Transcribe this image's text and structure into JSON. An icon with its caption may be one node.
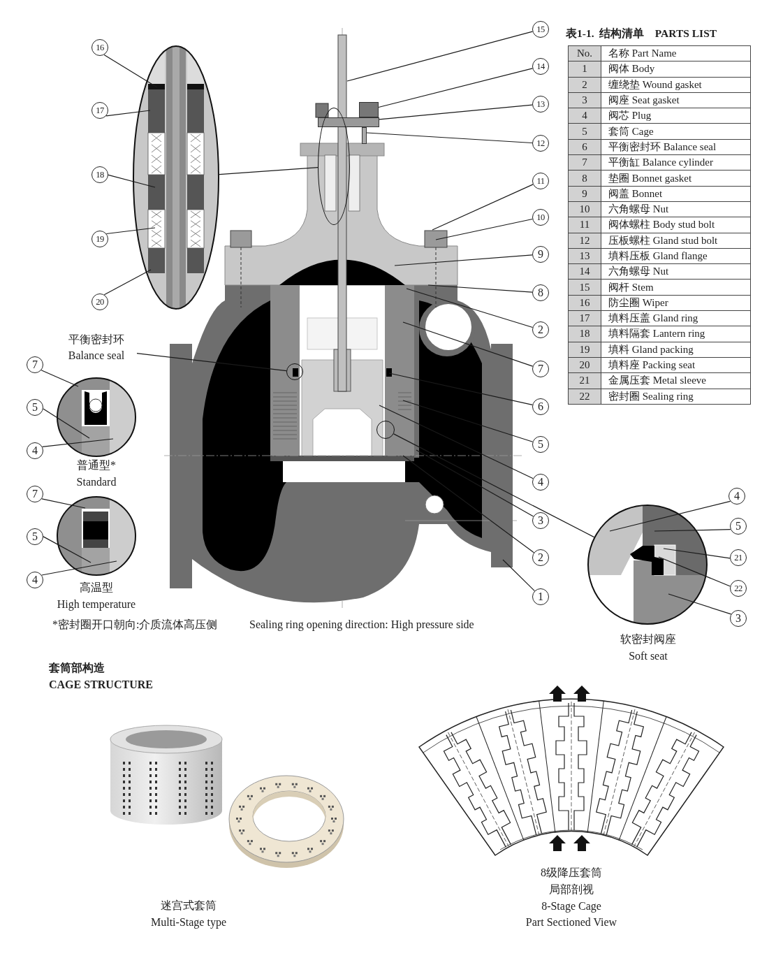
{
  "diagram": {
    "nodes": [
      {
        "text": [],
        "shape": "picture"
      },
      {
        "text": [
          "16"
        ]
      },
      {
        "text": [
          "17"
        ]
      },
      {
        "text": [
          "18"
        ]
      },
      {
        "text": [
          "19"
        ]
      },
      {
        "text": [
          "20"
        ]
      },
      {
        "text": [],
        "shape": "circle"
      },
      {
        "text": [
          "15"
        ]
      },
      {
        "text": [
          "14"
        ]
      },
      {
        "text": [
          "13"
        ]
      },
      {
        "text": [
          "12"
        ]
      },
      {
        "text": [
          "11"
        ]
      },
      {
        "text": [
          "10"
        ]
      },
      {
        "text": [
          "9"
        ]
      },
      {
        "text": [
          "8"
        ]
      },
      {
        "text": [
          "2"
        ]
      },
      {
        "text": [
          "7"
        ]
      },
      {
        "text": [
          "6"
        ]
      },
      {
        "text": [
          "5"
        ]
      },
      {
        "text": [
          "4"
        ]
      },
      {
        "text": [
          "3"
        ]
      },
      {
        "text": [
          "2"
        ]
      },
      {
        "text": [
          "1"
        ]
      },
      {
        "text": [
          "平衡密封环",
          "Balance seal"
        ]
      },
      {
        "text": [],
        "shape": "circle"
      },
      {
        "text": [],
        "shape": "picture",
        "beside": [
          "普通型*",
          "Standard"
        ]
      },
      {
        "text": [
          "7"
        ]
      },
      {
        "text": [
          "5"
        ]
      },
      {
        "text": [
          "4"
        ]
      },
      {
        "text": [],
        "shape": "picture",
        "beside": [
          "高温型",
          "High temperature"
        ]
      },
      {
        "text": [
          "7"
        ]
      },
      {
        "text": [
          "5"
        ]
      },
      {
        "text": [
          "4"
        ]
      },
      {
        "text": [],
        "shape": "circle"
      },
      {
        "text": [],
        "shape": "picture",
        "beside": [
          "软密封阀座",
          "Soft seat"
        ]
      },
      {
        "text": [
          "4"
        ]
      },
      {
        "text": [
          "5"
        ]
      },
      {
        "text": [
          "21"
        ]
      },
      {
        "text": [
          "22"
        ]
      },
      {
        "text": [
          "3"
        ]
      },
      {
        "text": [],
        "shape": "box"
      },
      {
        "text": [],
        "shape": "box"
      },
      {
        "text": [],
        "shape": "bar"
      }
    ],
    "edges": [
      {
        "from": 1,
        "to": 0,
        "arrow": "none"
      },
      {
        "from": 2,
        "to": 0,
        "arrow": "none"
      },
      {
        "from": 3,
        "to": 0,
        "arrow": "none"
      },
      {
        "from": 4,
        "to": 0,
        "arrow": "none"
      },
      {
        "from": 5,
        "to": 0,
        "arrow": "none"
      },
      {
        "from": 0,
        "to": 6,
        "arrow": "none"
      },
      {
        "from": 7,
        "to": null,
        "arrow": "none"
      },
      {
        "from": 8,
        "to": 40,
        "arrow": "none"
      },
      {
        "from": 9,
        "to": 41,
        "arrow": "none"
      },
      {
        "from": 10,
        "to": 42,
        "arrow": "none"
      },
      {
        "from": 11,
        "to": null,
        "arrow": "none"
      },
      {
        "from": 12,
        "to": null,
        "arrow": "none"
      },
      {
        "from": 13,
        "to": null,
        "arrow": "none"
      },
      {
        "from": 14,
        "to": null,
        "arrow": "none"
      },
      {
        "from": 15,
        "to": null,
        "arrow": "none"
      },
      {
        "from": 16,
        "to": null,
        "arrow": "none"
      },
      {
        "from": 17,
        "to": null,
        "arrow": "none"
      },
      {
        "from": 18,
        "to": null,
        "arrow": "none"
      },
      {
        "from": 19,
        "to": null,
        "arrow": "none"
      },
      {
        "from": 20,
        "to": null,
        "arrow": "none"
      },
      {
        "from": 21,
        "to": null,
        "arrow": "none"
      },
      {
        "from": 22,
        "to": null,
        "arrow": "none"
      },
      {
        "from": 23,
        "to": 24,
        "arrow": "none"
      },
      {
        "from": 26,
        "to": 25,
        "arrow": "none"
      },
      {
        "from": 27,
        "to": 25,
        "arrow": "none"
      },
      {
        "from": 28,
        "to": 25,
        "arrow": "none"
      },
      {
        "from": 30,
        "to": 29,
        "arrow": "none"
      },
      {
        "from": 31,
        "to": 29,
        "arrow": "none"
      },
      {
        "from": 32,
        "to": 29,
        "arrow": "none"
      },
      {
        "from": 34,
        "to": 33,
        "arrow": "none"
      },
      {
        "from": 35,
        "to": 34,
        "arrow": "none"
      },
      {
        "from": 36,
        "to": 34,
        "arrow": "none"
      },
      {
        "from": 37,
        "to": 34,
        "arrow": "none"
      },
      {
        "from": 38,
        "to": 34,
        "arrow": "none"
      },
      {
        "from": 39,
        "to": 34,
        "arrow": "none"
      }
    ],
    "labels": [
      "表1-1.  结构清单    PARTS LIST",
      "No.",
      "名称 Part Name",
      "1",
      "阀体 Body",
      "2",
      "缠绕垫 Wound gasket",
      "3",
      "阀座 Seat gasket",
      "4",
      "阀芯 Plug",
      "5",
      "套筒 Cage",
      "6",
      "平衡密封环 Balance seal",
      "7",
      "平衡缸 Balance cylinder",
      "8",
      "垫圈 Bonnet gasket",
      "9",
      "阀盖 Bonnet",
      "10",
      "六角螺母 Nut",
      "11",
      "阀体螺柱 Body stud bolt",
      "12",
      "压板螺柱 Gland stud bolt",
      "13",
      "填料压板 Gland flange",
      "14",
      "六角螺母 Nut",
      "15",
      "阀杆 Stem",
      "16",
      "防尘圈 Wiper",
      "17",
      "填料压盖 Gland ring",
      "18",
      "填料隔套 Lantern ring",
      "19",
      "填料 Gland packing",
      "20",
      "填料座 Packing seat",
      "21",
      "金属压套 Metal sleeve",
      "22",
      "密封圈 Sealing ring",
      "*密封圈开口朝向:介质流体高压侧",
      "Sealing ring opening direction: High pressure side",
      "套筒部构造",
      "CAGE STRUCTURE",
      "迷宫式套筒",
      "Multi-Stage type",
      "8级降压套筒",
      "局部剖视",
      "8-Stage Cage",
      "Part Sectioned View"
    ]
  }
}
